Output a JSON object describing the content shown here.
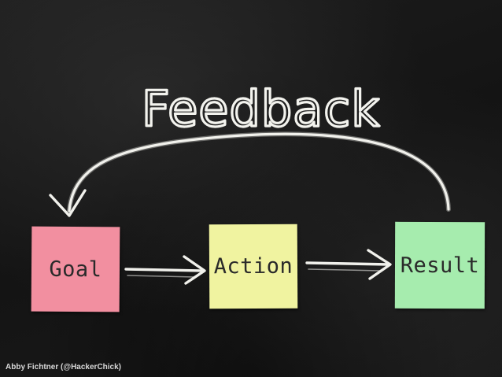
{
  "diagram": {
    "title": "Feedback",
    "nodes": [
      {
        "id": "goal",
        "label": "Goal",
        "color": "#f28fa0"
      },
      {
        "id": "action",
        "label": "Action",
        "color": "#f0f3a0"
      },
      {
        "id": "result",
        "label": "Result",
        "color": "#a6ecae"
      }
    ],
    "edges": [
      {
        "from": "goal",
        "to": "action"
      },
      {
        "from": "action",
        "to": "result"
      },
      {
        "from": "result",
        "to": "goal",
        "label": "Feedback"
      }
    ]
  },
  "credit": "Abby Fichtner (@HackerChick)",
  "colors": {
    "chalkboard": "#161616",
    "chalk": "#f1f1ec"
  }
}
